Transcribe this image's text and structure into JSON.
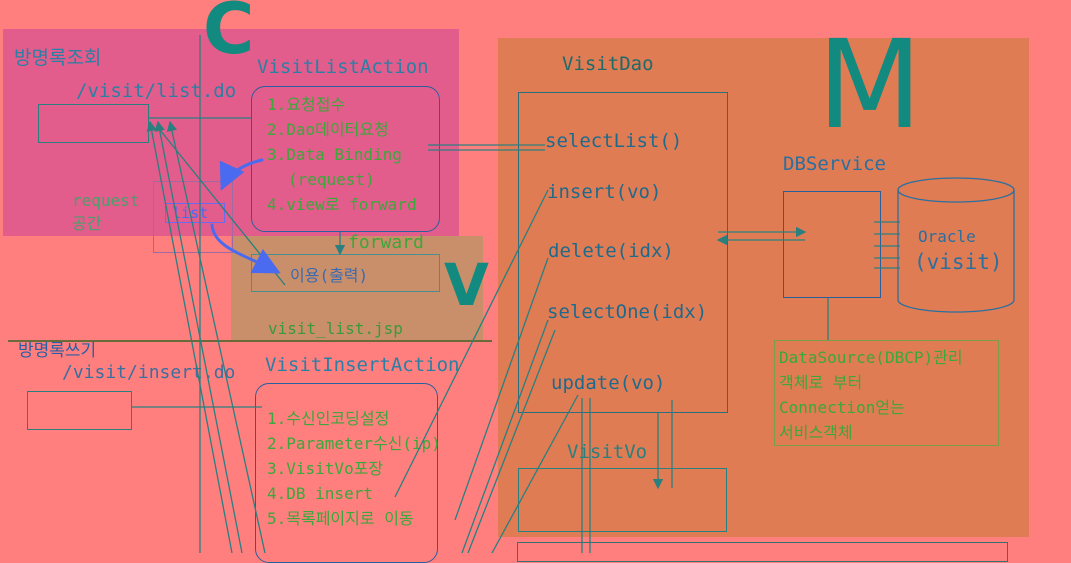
{
  "letters": {
    "c": "C",
    "m": "M",
    "v": "V"
  },
  "list_section": {
    "title": "방명록조회",
    "url": "/visit/list.do",
    "request_label": "request",
    "space_label": "공간",
    "list_label": "list"
  },
  "list_action": {
    "name": "VisitListAction",
    "steps": [
      "1.요청접수",
      "2.Dao데이터요청",
      "3.Data Binding",
      "(request)",
      "4.view로 forward"
    ]
  },
  "view": {
    "forward": "forward",
    "use": "이용(출력)",
    "file": "visit_list.jsp"
  },
  "insert_section": {
    "title": "방명록쓰기",
    "url": "/visit/insert.do"
  },
  "insert_action": {
    "name": "VisitInsertAction",
    "steps": [
      "1.수신인코딩설정",
      "2.Parameter수신(ip)",
      "3.VisitVo포장",
      "4.DB insert",
      "5.목록페이지로 이동"
    ]
  },
  "dao": {
    "name": "VisitDao",
    "methods": [
      "selectList()",
      "insert(vo)",
      "delete(idx)",
      "selectOne(idx)",
      "update(vo)"
    ]
  },
  "db_service": {
    "name": "DBService",
    "db_name": "Oracle",
    "db_table": "(visit)",
    "note": [
      "DataSource(DBCP)관리",
      "객체로 부터",
      "Connection얻는",
      "서비스객체"
    ]
  },
  "vo": {
    "name": "VisitVo"
  }
}
